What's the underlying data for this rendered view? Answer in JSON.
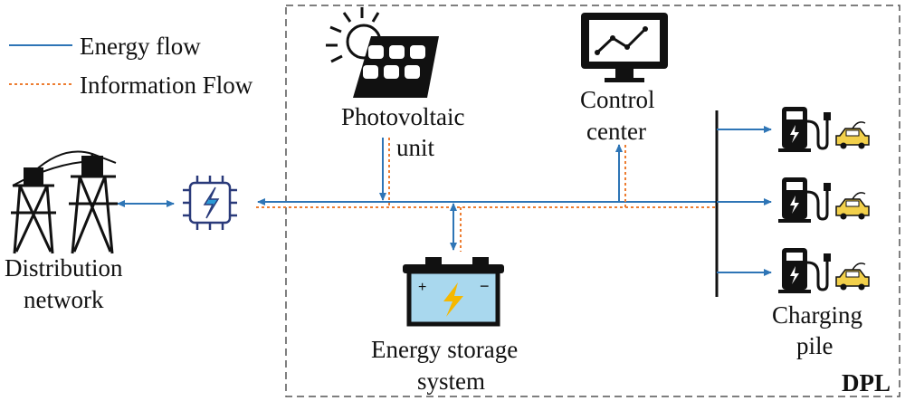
{
  "legend": {
    "energy_flow": "Energy flow",
    "information_flow": "Information Flow"
  },
  "nodes": {
    "distribution_network": [
      "Distribution",
      "network"
    ],
    "photovoltaic_unit": [
      "Photovoltaic",
      "unit"
    ],
    "control_center": [
      "Control",
      "center"
    ],
    "energy_storage": [
      "Energy storage",
      "system"
    ],
    "charging_pile": [
      "Charging",
      "pile"
    ]
  },
  "region_label": "DPL",
  "colors": {
    "energy_flow": "#2e75b6",
    "information_flow": "#ed7d31",
    "icon_dark": "#111111",
    "battery_fill": "#a9d8ee",
    "bolt": "#f5b800",
    "car": "#f2d04b",
    "chip": "#2a3a7a"
  }
}
